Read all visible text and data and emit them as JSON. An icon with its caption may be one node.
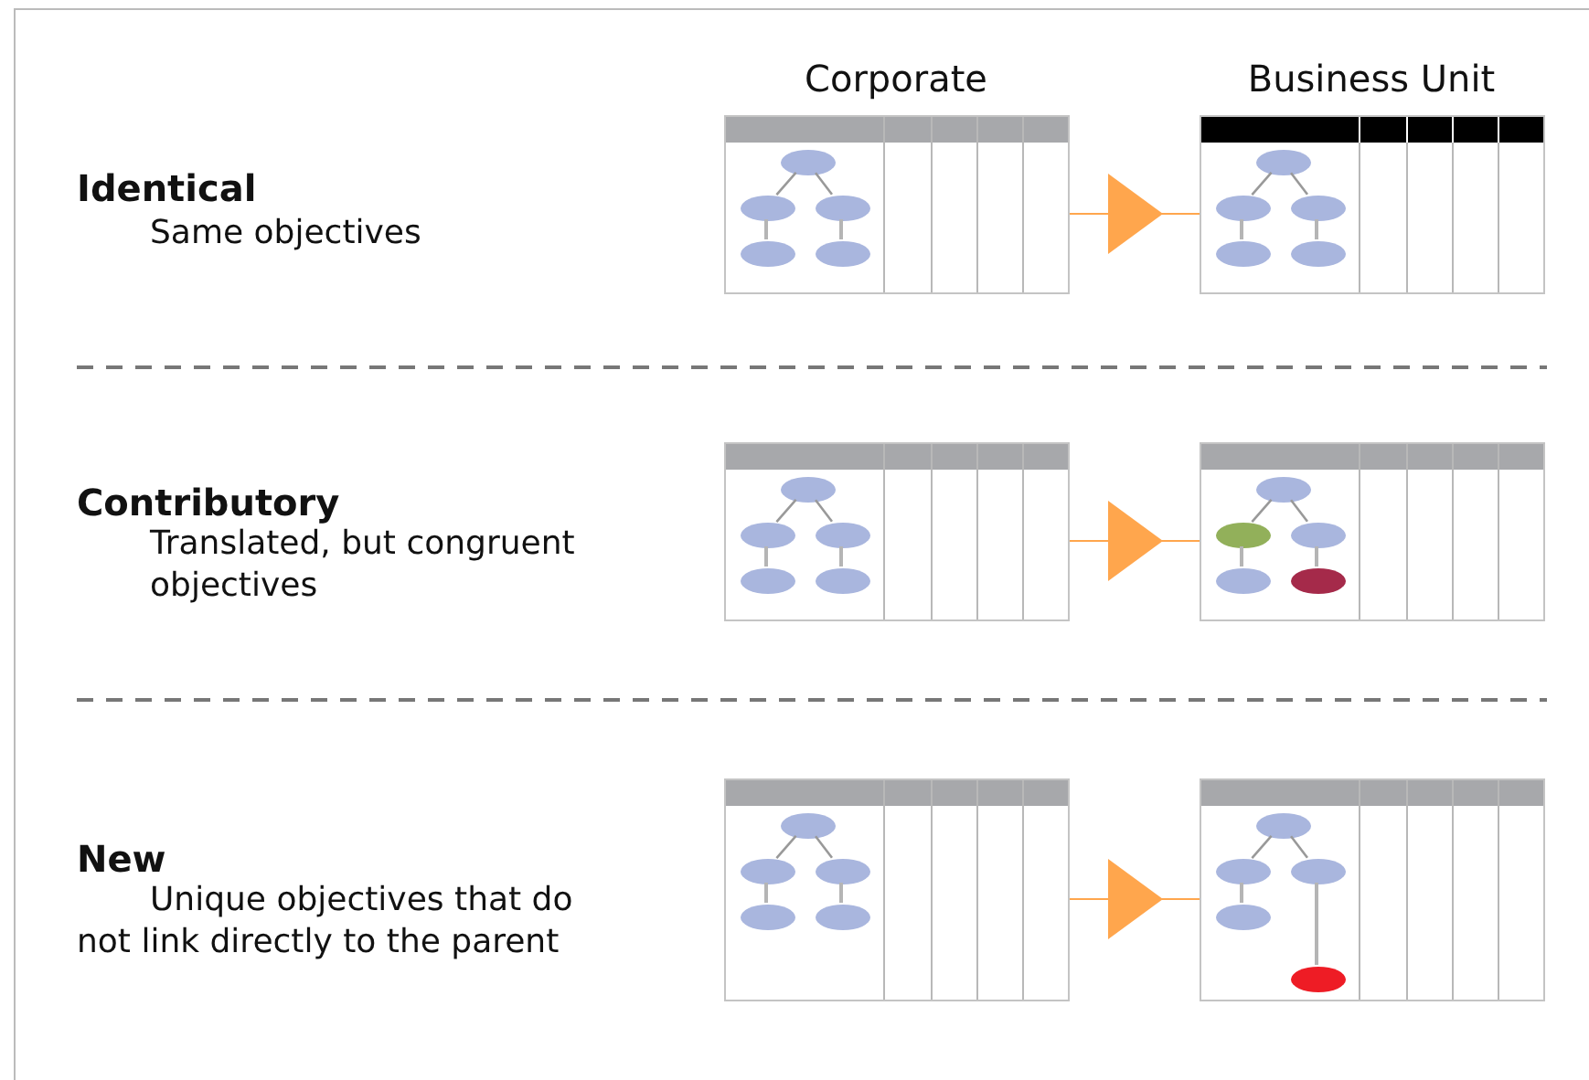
{
  "diagram": {
    "nodes": [
      {
        "text": [],
        "shape": "box"
      },
      {
        "text": [],
        "shape": "circle",
        "in": 0
      },
      {
        "text": [],
        "shape": "circle",
        "in": 0
      },
      {
        "text": [],
        "shape": "circle",
        "in": 0
      },
      {
        "text": [],
        "shape": "circle",
        "in": 0
      },
      {
        "text": [],
        "shape": "circle",
        "in": 0
      },
      {
        "text": [],
        "shape": "box"
      },
      {
        "text": [],
        "shape": "circle",
        "in": 6
      },
      {
        "text": [],
        "shape": "circle",
        "in": 6
      },
      {
        "text": [],
        "shape": "circle",
        "in": 6
      },
      {
        "text": [],
        "shape": "circle",
        "in": 6
      },
      {
        "text": [],
        "shape": "circle",
        "in": 6
      },
      {
        "text": [],
        "shape": "box"
      },
      {
        "text": [],
        "shape": "circle",
        "in": 12
      },
      {
        "text": [],
        "shape": "circle",
        "in": 12
      },
      {
        "text": [],
        "shape": "circle",
        "in": 12
      },
      {
        "text": [],
        "shape": "circle",
        "in": 12
      },
      {
        "text": [],
        "shape": "circle",
        "in": 12
      },
      {
        "text": [],
        "shape": "box"
      },
      {
        "text": [],
        "shape": "circle",
        "in": 18
      },
      {
        "text": [],
        "shape": "circle",
        "in": 18
      },
      {
        "text": [],
        "shape": "circle",
        "in": 18
      },
      {
        "text": [],
        "shape": "circle",
        "in": 18
      },
      {
        "text": [],
        "shape": "circle",
        "in": 18
      },
      {
        "text": [],
        "shape": "box"
      },
      {
        "text": [],
        "shape": "circle",
        "in": 24
      },
      {
        "text": [],
        "shape": "circle",
        "in": 24
      },
      {
        "text": [],
        "shape": "circle",
        "in": 24
      },
      {
        "text": [],
        "shape": "circle",
        "in": 24
      },
      {
        "text": [],
        "shape": "circle",
        "in": 24
      },
      {
        "text": [],
        "shape": "box"
      },
      {
        "text": [],
        "shape": "circle",
        "in": 30
      },
      {
        "text": [],
        "shape": "circle",
        "in": 30
      },
      {
        "text": [],
        "shape": "circle",
        "in": 30
      },
      {
        "text": [],
        "shape": "circle",
        "in": 30
      },
      {
        "text": [],
        "shape": "circle",
        "in": 30
      }
    ],
    "edges": [
      {
        "from": 1,
        "to": 2,
        "arrow": "none"
      },
      {
        "from": 1,
        "to": 3,
        "arrow": "none"
      },
      {
        "from": 2,
        "to": 4,
        "arrow": "none"
      },
      {
        "from": 3,
        "to": 5,
        "arrow": "none"
      },
      {
        "from": 0,
        "to": 6,
        "arrow": "to",
        "color": "#ffa64d"
      },
      {
        "from": 7,
        "to": 8,
        "arrow": "none"
      },
      {
        "from": 7,
        "to": 9,
        "arrow": "none"
      },
      {
        "from": 8,
        "to": 10,
        "arrow": "none"
      },
      {
        "from": 9,
        "to": 11,
        "arrow": "none"
      },
      {
        "from": 13,
        "to": 14,
        "arrow": "none"
      },
      {
        "from": 13,
        "to": 15,
        "arrow": "none"
      },
      {
        "from": 14,
        "to": 16,
        "arrow": "none"
      },
      {
        "from": 15,
        "to": 17,
        "arrow": "none"
      },
      {
        "from": 12,
        "to": 18,
        "arrow": "to",
        "color": "#ffa64d"
      },
      {
        "from": 19,
        "to": 20,
        "arrow": "none"
      },
      {
        "from": 19,
        "to": 21,
        "arrow": "none"
      },
      {
        "from": 20,
        "to": 22,
        "arrow": "none"
      },
      {
        "from": 21,
        "to": 23,
        "arrow": "none"
      },
      {
        "from": 25,
        "to": 26,
        "arrow": "none"
      },
      {
        "from": 25,
        "to": 27,
        "arrow": "none"
      },
      {
        "from": 26,
        "to": 28,
        "arrow": "none"
      },
      {
        "from": 27,
        "to": 29,
        "arrow": "none"
      },
      {
        "from": 24,
        "to": 30,
        "arrow": "to",
        "color": "#ffa64d"
      },
      {
        "from": 31,
        "to": 32,
        "arrow": "none"
      },
      {
        "from": 31,
        "to": 33,
        "arrow": "none"
      },
      {
        "from": 32,
        "to": 34,
        "arrow": "none"
      },
      {
        "from": 33,
        "to": 35,
        "arrow": "none"
      }
    ],
    "labels": [
      "Corporate",
      "Business Unit",
      "Identical",
      "Same objectives",
      "Contributory",
      "Translated, but congruent objectives",
      "New",
      "Unique objectives that do not link directly to the parent"
    ]
  }
}
